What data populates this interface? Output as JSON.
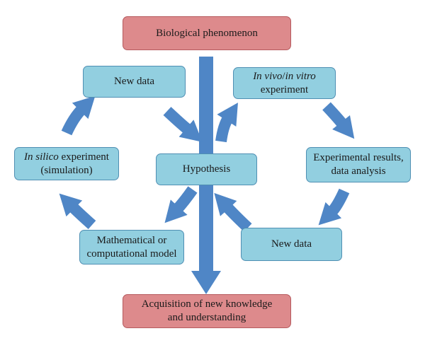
{
  "colors": {
    "box_fill": "#92cfe0",
    "box_border": "#4f8fb3",
    "terminal_fill": "#dd8a8c",
    "terminal_border": "#b55a5e",
    "arrow": "#4f86c6"
  },
  "nodes": {
    "top": {
      "text": "Biological phenomenon"
    },
    "new_data_left": {
      "text": "New data"
    },
    "in_vivo": {
      "italic_1": "In vivo",
      "sep": "/",
      "italic_2": "in vitro",
      "rest": "experiment"
    },
    "in_silico": {
      "italic": "In silico",
      "rest_1": " experiment",
      "rest_2": "(simulation)"
    },
    "hypothesis": {
      "text": "Hypothesis"
    },
    "experimental_results": {
      "line_1": "Experimental results,",
      "line_2": "data analysis"
    },
    "model": {
      "line_1": "Mathematical or",
      "line_2": "computational model"
    },
    "new_data_right": {
      "text": "New data"
    },
    "bottom": {
      "line_1": "Acquisition of new knowledge",
      "line_2": "and understanding"
    }
  }
}
